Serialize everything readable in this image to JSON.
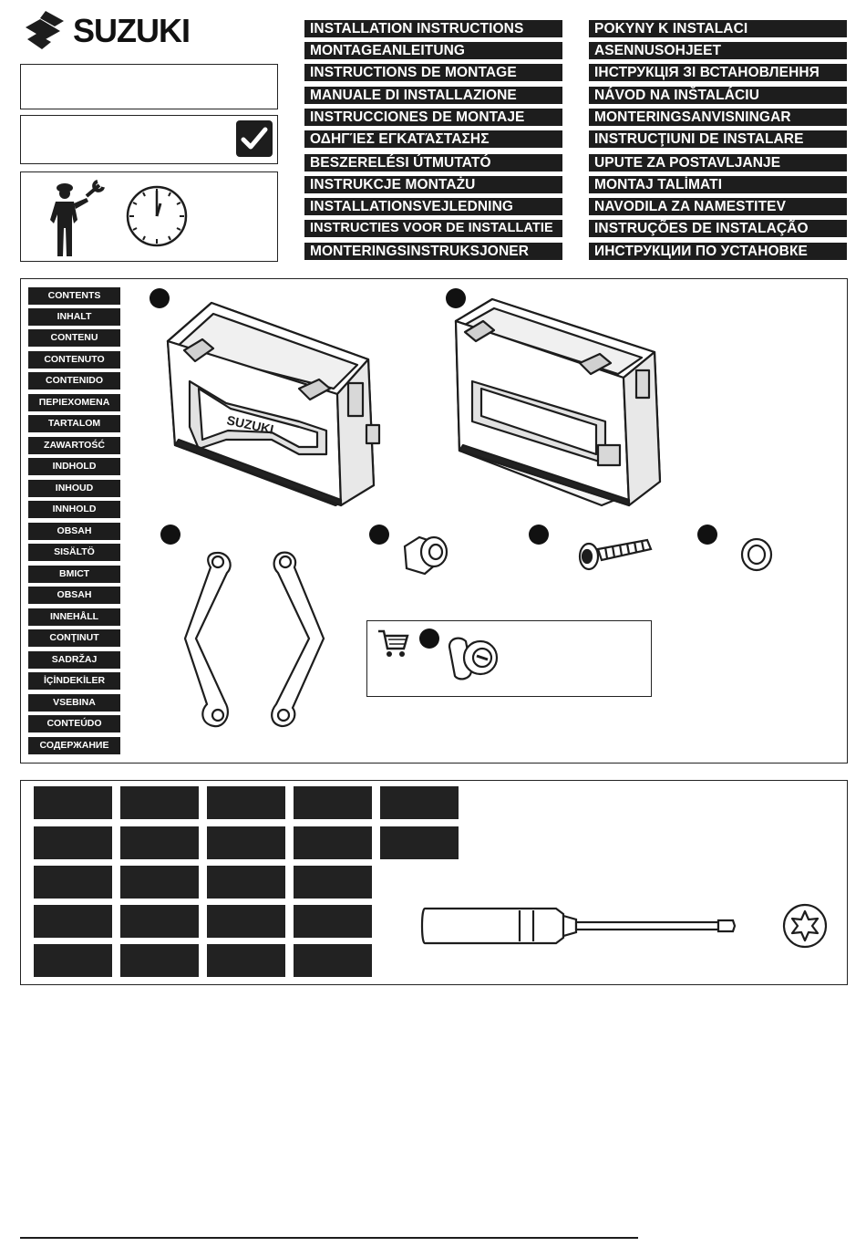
{
  "brand": {
    "name": "SUZUKI"
  },
  "titles_left": [
    "INSTALLATION INSTRUCTIONS",
    "MONTAGEANLEITUNG",
    "INSTRUCTIONS DE MONTAGE",
    "MANUALE DI INSTALLAZIONE",
    "INSTRUCCIONES DE MONTAJE",
    "ΟΔΗΓΊΕΣ ΕΓΚΑΤΆΣΤΑΣΗΣ",
    "BESZERELÉSI ÚTMUTATÓ",
    "INSTRUKCJE MONTAŻU",
    "INSTALLATIONSVEJLEDNING",
    "INSTRUCTIES VOOR DE INSTALLATIE",
    "MONTERINGSINSTRUKSJONER"
  ],
  "titles_right": [
    "POKYNY K INSTALACI",
    "ASENNUSOHJEET",
    "ІНСТРУКЦІЯ ЗІ ВСТАНОВЛЕННЯ",
    "NÁVOD NA INŠTALÁCIU",
    "MONTERINGSANVISNINGAR",
    "INSTRUCŢIUNI DE INSTALARE",
    "UPUTE ZA POSTAVLJANJE",
    "MONTAJ TALİMATI",
    "NAVODILA ZA NAMESTITEV",
    "INSTRUÇÕES DE INSTALAÇÃO",
    "ИНСТРУКЦИИ ПО УСТАНОВКЕ"
  ],
  "contents_labels": [
    "CONTENTS",
    "INHALT",
    "CONTENU",
    "CONTENUTO",
    "CONTENIDO",
    "ΠΕΡΙΕΧΟΜΕΝΑ",
    "TARTALOM",
    "ZAWARTOŚĆ",
    "INDHOLD",
    "INHOUD",
    "INNHOLD",
    "OBSAH",
    "SISÄLTÖ",
    "ВМІСТ",
    "OBSAH",
    "INNEHÅLL",
    "CONŢINUT",
    "SADRŽAJ",
    "İÇİNDEKİLER",
    "VSEBINA",
    "CONTEÚDO",
    "СОДЕРЖАНИЕ"
  ],
  "case_logo_text": "SUZUKI",
  "icons": {
    "logo": "suzuki-s-logo",
    "check": "checkmark-icon",
    "mechanic": "mechanic-icon",
    "clock": "clock-icon",
    "cart": "shopping-cart-icon",
    "screwdriver": "torx-screwdriver-icon",
    "torx": "torx-bit-icon"
  },
  "colors": {
    "ink": "#1d1d1d",
    "paper": "#ffffff"
  }
}
